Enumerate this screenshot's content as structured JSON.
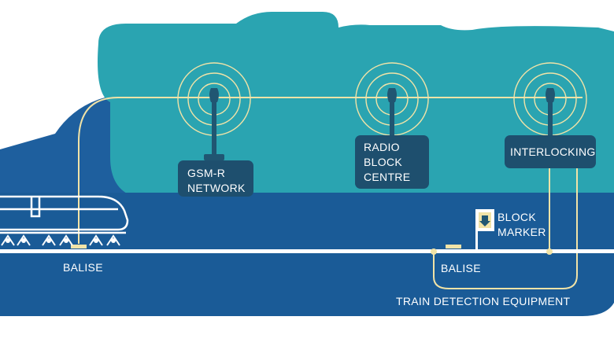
{
  "labels": {
    "gsmr_line1": "GSM-R",
    "gsmr_line2": "NETWORK",
    "rbc_line1": "RADIO",
    "rbc_line2": "BLOCK",
    "rbc_line3": "CENTRE",
    "interlocking": "INTERLOCKING",
    "block_marker_line1": "BLOCK",
    "block_marker_line2": "MARKER",
    "balise_left": "BALISE",
    "balise_right": "BALISE",
    "train_detection": "TRAIN DETECTION EQUIPMENT"
  },
  "icons": {
    "antenna": "radio-mast-icon",
    "train": "train-icon",
    "block_marker": "block-marker-sign-icon"
  },
  "colors": {
    "sky_dark": "#1e5f9e",
    "cloud_teal": "#2aa4b1",
    "ground": "#1a5b97",
    "track": "#ffffff",
    "links": "#f1e3a7",
    "label_box": "#1e4f6e",
    "mast": "#205672"
  }
}
